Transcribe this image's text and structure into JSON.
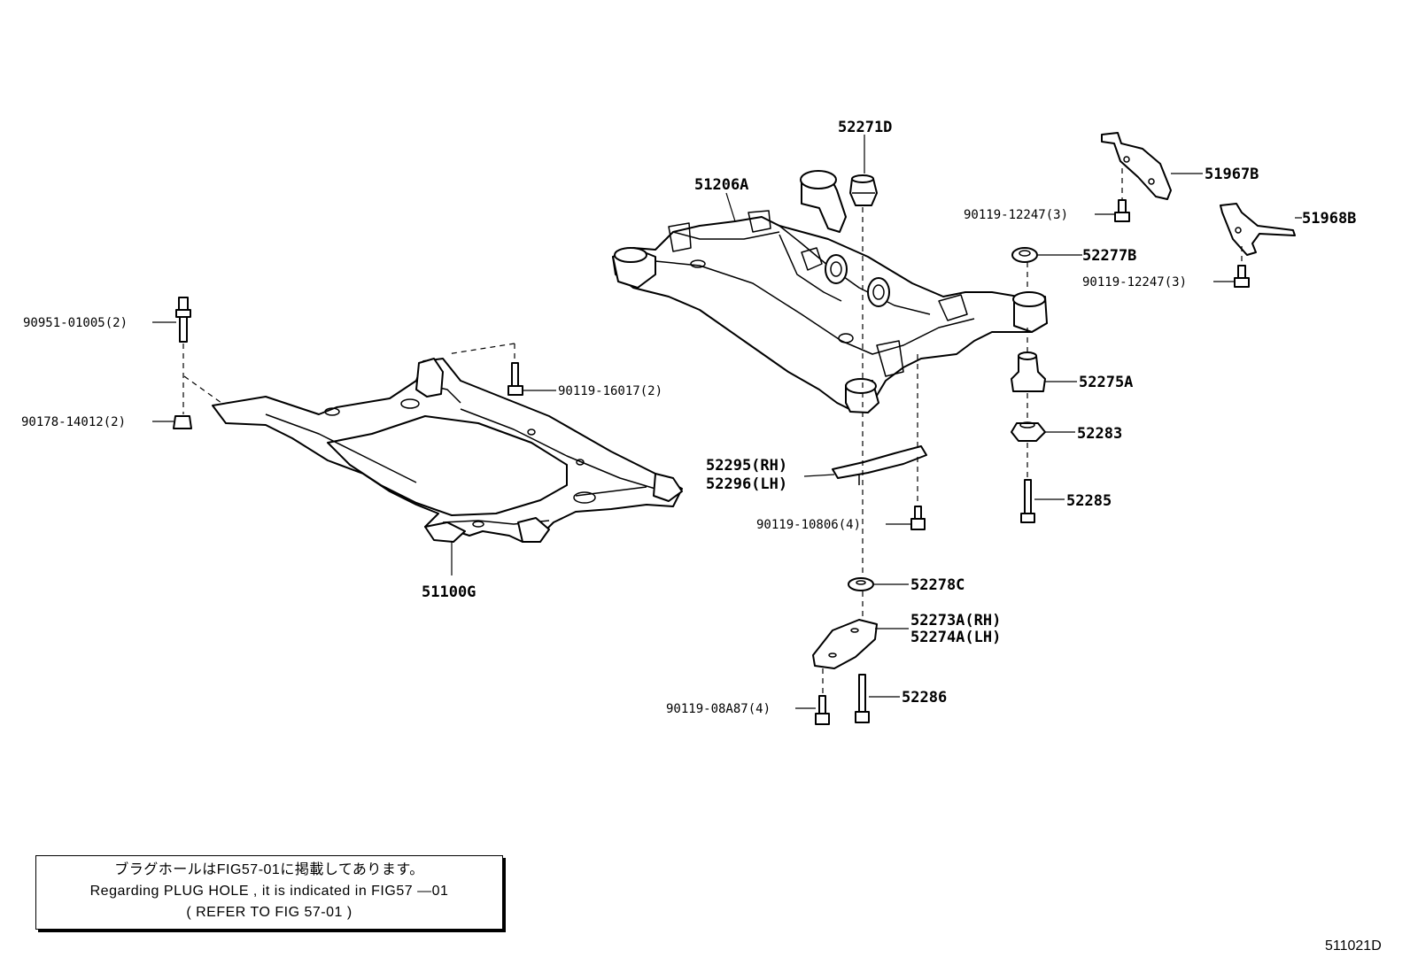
{
  "labels": {
    "p52271D": "52271D",
    "p51206A": "51206A",
    "p51967B": "51967B",
    "p51968B": "51968B",
    "p90119_12247_a": "90119-12247(3)",
    "p90119_12247_b": "90119-12247(3)",
    "p52277B": "52277B",
    "p52275A": "52275A",
    "p52283": "52283",
    "p52285": "52285",
    "p90951_01005": "90951-01005(2)",
    "p90178_14012": "90178-14012(2)",
    "p90119_16017": "90119-16017(2)",
    "p51100G": "51100G",
    "p52295": "52295(RH)",
    "p52296": "52296(LH)",
    "p90119_10806": "90119-10806(4)",
    "p52278C": "52278C",
    "p52273A": "52273A(RH)",
    "p52274A": "52274A(LH)",
    "p52286": "52286",
    "p90119_08A87": "90119-08A87(4)"
  },
  "note": {
    "line1": "ブラグホールはFIG57-01に掲載してあります。",
    "line2": "Regarding  PLUG  HOLE  , it  is  indicated  in  FIG57 —01",
    "line3": "(        REFER TO FIG 57-01        )"
  },
  "figure_code": "511021D"
}
